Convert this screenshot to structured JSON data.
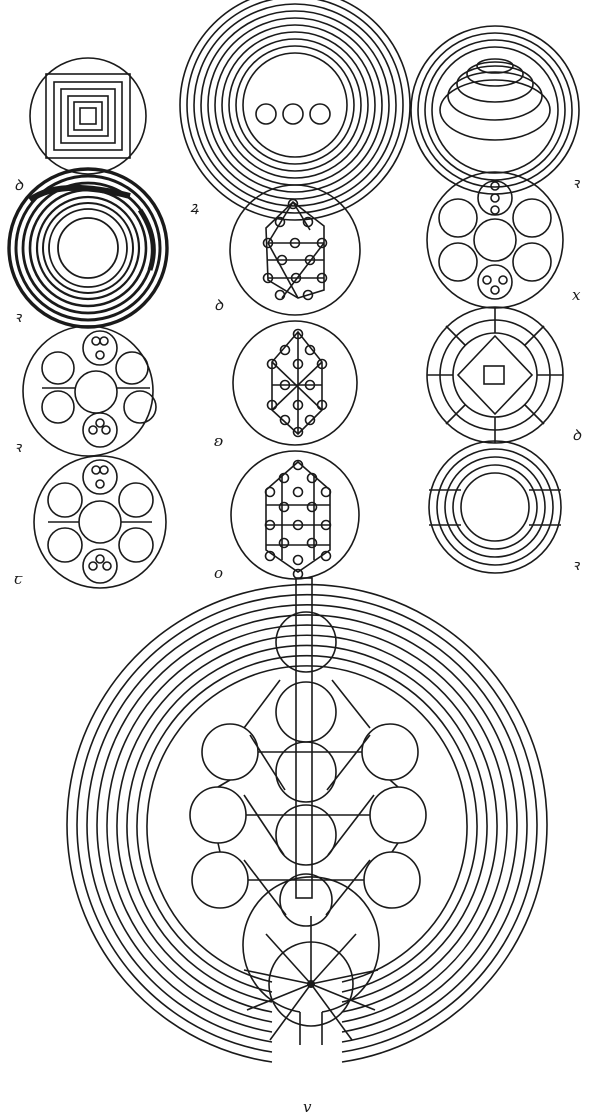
{
  "plate": {
    "labels": {
      "a": "ꝺ",
      "b": "ꝛ",
      "c": "ꝛ",
      "d": "ꞇ",
      "e": "ꝝ",
      "f": "ꝺ",
      "g": "ʚ",
      "h": "o",
      "i": "ꝛ",
      "j": "x",
      "k": "ꝺ",
      "l": "ꝛ",
      "m": "v"
    },
    "ink_color": "#1a1a1a",
    "paper_color": "#ffffff"
  }
}
